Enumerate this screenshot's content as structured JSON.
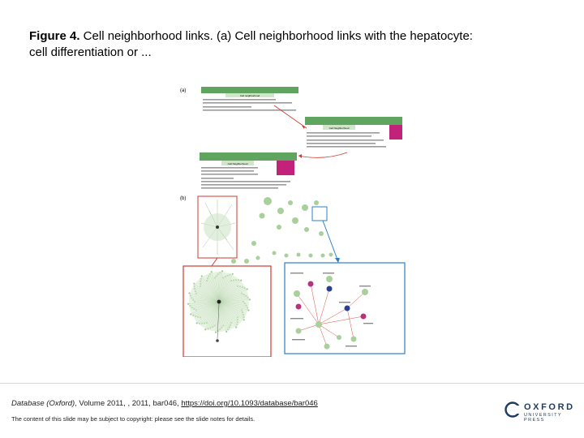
{
  "slide": {
    "title_bold": "Figure 4.",
    "title_text": " Cell neighborhood links. (a) Cell neighborhood links with the hepatocyte: cell differentiation or ...",
    "citation_journal": "Database (Oxford)",
    "citation_text": ", Volume 2011, , 2011, bar046, ",
    "citation_link": "https://doi.org/10.1093/database/bar046",
    "notice": "The content of this slide may be subject to copyright: please see the slide notes for details.",
    "logo_word": "OXFORD",
    "logo_sub": "UNIVERSITY PRESS"
  },
  "figure": {
    "panel_a_label": "(a)",
    "panel_b_label": "(b)",
    "card_top_heading": "Cell neighborhood",
    "card_right_heading": "Cell Neighborhood",
    "card_left_heading": "Cell Neighborhood"
  },
  "colors": {
    "green_header": "#5fa55f",
    "magenta_tile": "#c2227a",
    "arrow_red": "#d23a2f",
    "arrow_blue": "#2c7fc4",
    "node_green": "#a9cf9a",
    "node_magenta": "#b8327e",
    "node_navy": "#2b3f8f"
  }
}
